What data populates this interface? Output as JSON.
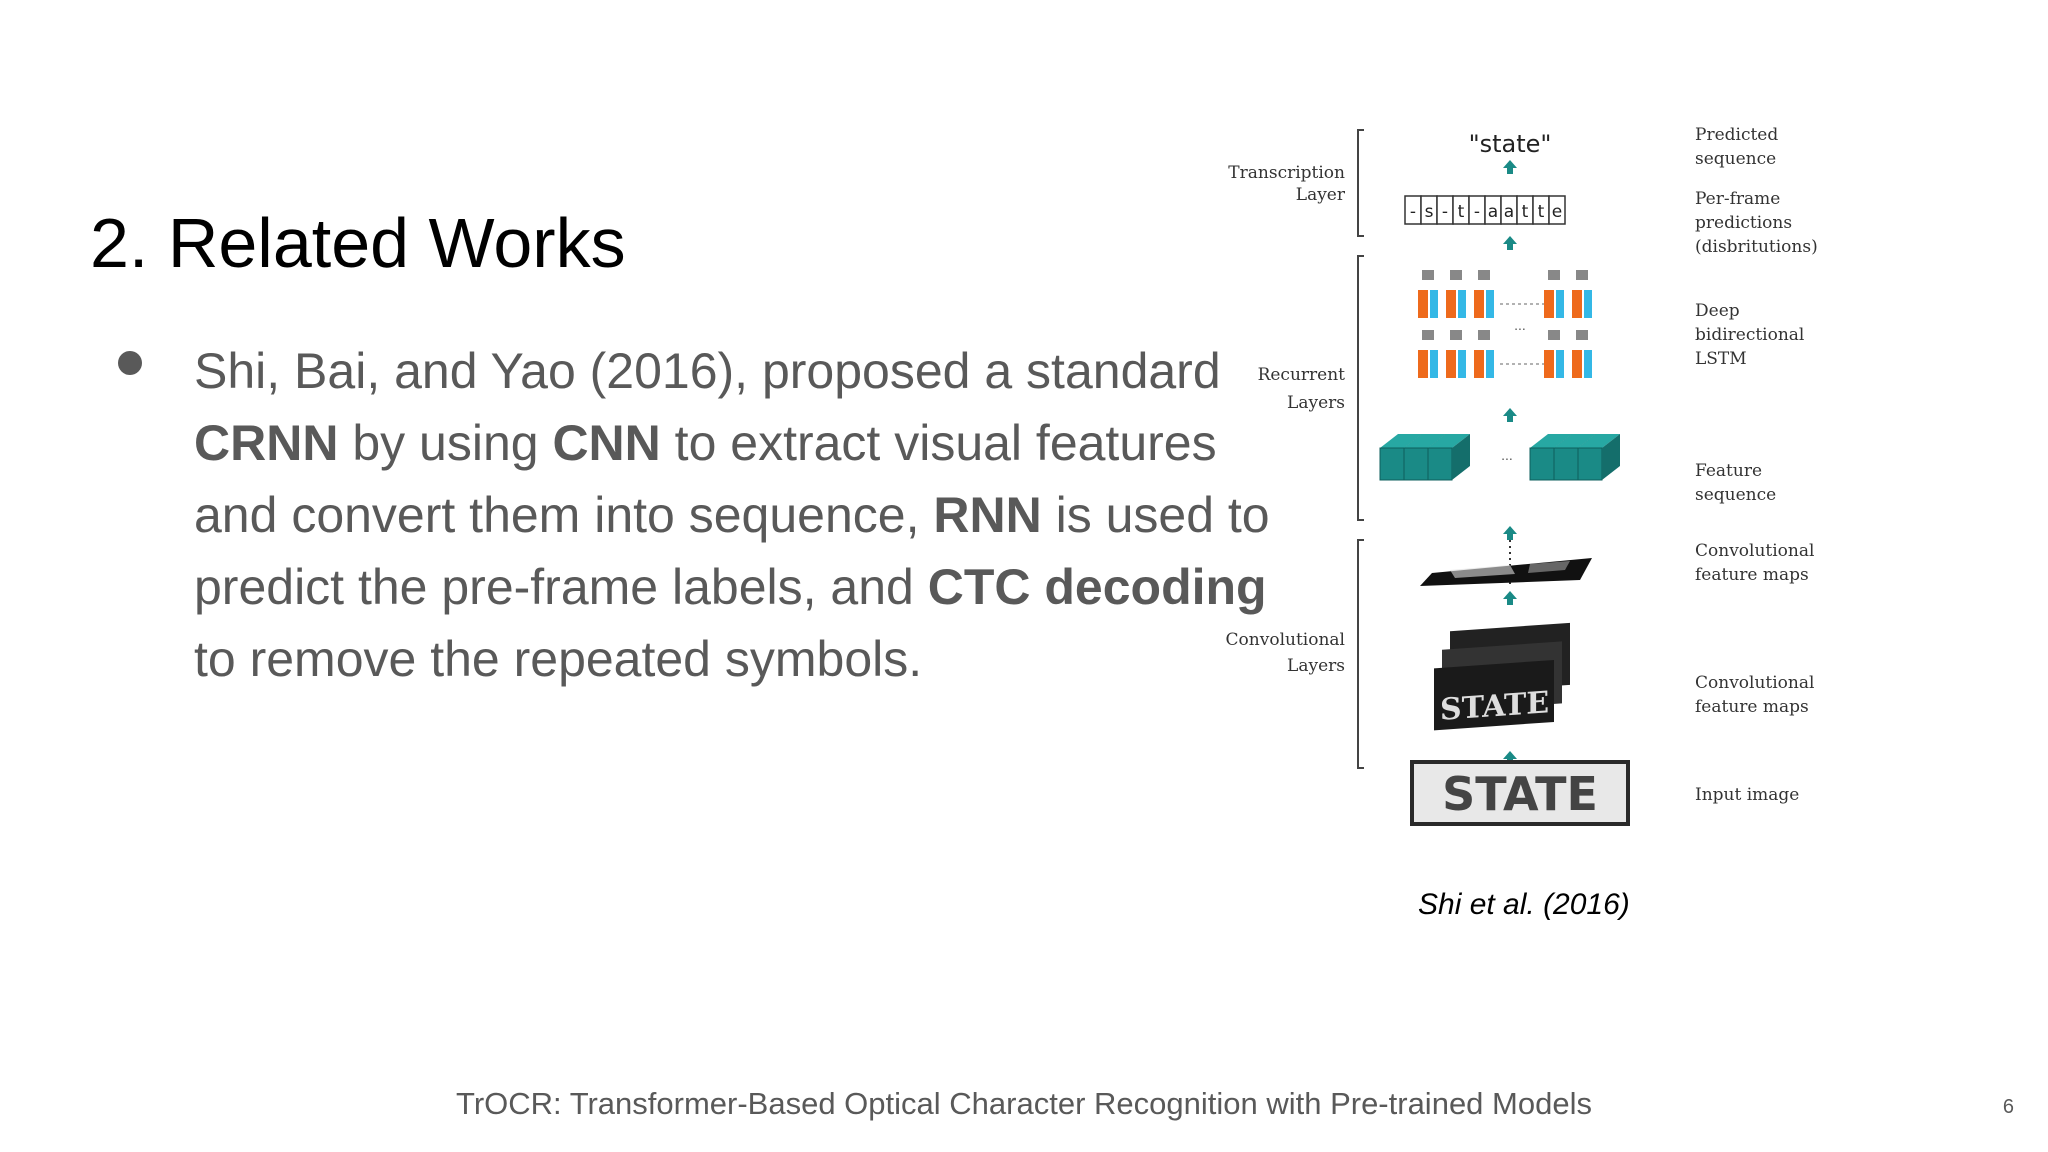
{
  "slide": {
    "title": "2. Related Works",
    "bullet": {
      "t1": "Shi, Bai, and Yao (2016), proposed a standard ",
      "b1": "CRNN",
      "t2": " by using ",
      "b2": "CNN",
      "t3": " to extract visual features and convert them into sequence, ",
      "b3": "RNN",
      "t4": " is used to predict the pre-frame labels, and ",
      "b4": "CTC decoding",
      "t5": " to remove the repeated symbols."
    },
    "caption": "Shi et al. (2016)",
    "footer": "TrOCR: Transformer-Based Optical Character Recognition with Pre-trained Models",
    "page_number": "6"
  },
  "figure": {
    "left_labels": {
      "transcription": [
        "Transcription",
        "Layer"
      ],
      "recurrent": [
        "Recurrent",
        "Layers"
      ],
      "convolutional": [
        "Convolutional",
        "Layers"
      ]
    },
    "right_labels": {
      "predicted": [
        "Predicted",
        "sequence"
      ],
      "perframe": [
        "Per-frame",
        "predictions",
        "(disbritutions)"
      ],
      "lstm": [
        "Deep",
        "bidirectional",
        "LSTM"
      ],
      "feature_seq": [
        "Feature",
        "sequence"
      ],
      "conv_maps_1": [
        "Convolutional",
        "feature maps"
      ],
      "conv_maps_2": [
        "Convolutional",
        "feature maps"
      ],
      "input": [
        "Input image"
      ]
    },
    "predicted_text": "\"state\"",
    "perframe_chars": [
      "-",
      "s",
      "-",
      "t",
      "-",
      "a",
      "a",
      "t",
      "t",
      "e"
    ],
    "input_text": "STATE",
    "ellipsis": "...",
    "colors": {
      "teal": "#1a8a86",
      "orange": "#ee6a1c",
      "cyan": "#34b8e6",
      "gray": "#888888"
    }
  }
}
